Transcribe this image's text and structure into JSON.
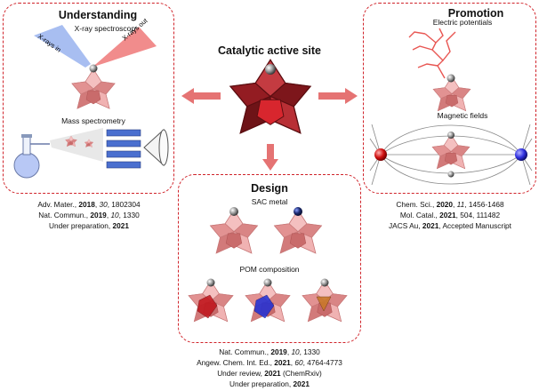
{
  "center": {
    "title": "Catalytic active site"
  },
  "understanding": {
    "title": "Understanding",
    "xray_label": "X-ray spectroscopy",
    "xray_in": "X-rays in",
    "xray_out": "X-rays out",
    "ms_label": "Mass spectrometry",
    "refs": [
      [
        "Adv. Mater., ",
        "2018",
        ", ",
        "30",
        ", 1802304"
      ],
      [
        "Nat. Commun., ",
        "2019",
        ", ",
        "10",
        ", 1330"
      ],
      [
        "Under preparation, ",
        "2021",
        "",
        "",
        ""
      ]
    ]
  },
  "promotion": {
    "title": "Promotion",
    "electric_label": "Electric potentials",
    "magnetic_label": "Magnetic fields",
    "refs": [
      [
        "Chem. Sci., ",
        "2020",
        ", ",
        "11",
        ", 1456-1468"
      ],
      [
        "Mol. Catal., ",
        "2021",
        ", ",
        "",
        "504, 111482"
      ],
      [
        "JACS Au, ",
        "2021",
        ", ",
        "",
        "Accepted Manuscript"
      ]
    ]
  },
  "design": {
    "title": "Design",
    "sac_label": "SAC metal",
    "pom_label": "POM composition",
    "refs": [
      [
        "Nat. Commun., ",
        "2019",
        ", ",
        "10",
        ", 1330"
      ],
      [
        "Angew. Chem. Int. Ed., ",
        "2021",
        ", ",
        "60",
        ", 4764-4773"
      ],
      [
        "Under review, ",
        "2021",
        " (ChemRxiv)",
        "",
        ""
      ],
      [
        "Under preparation, ",
        "2021",
        "",
        "",
        ""
      ]
    ]
  },
  "colors": {
    "accent": "#d0232a",
    "arrow": "#e57373",
    "polyhedron": "#e89a9a",
    "dark_polyhedron": "#8b1a1f"
  }
}
